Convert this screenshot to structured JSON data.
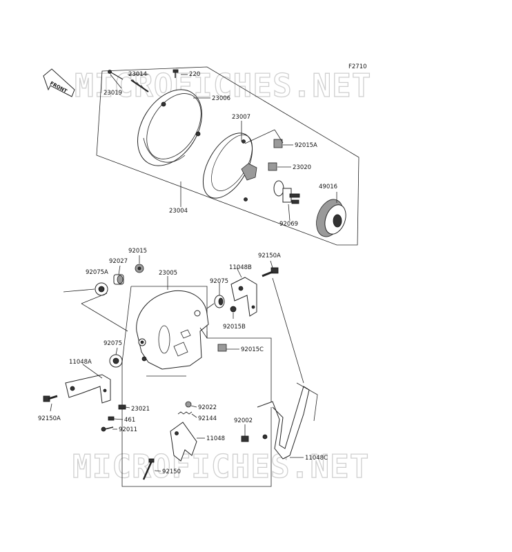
{
  "figure_code": "F2710",
  "front_badge": "FRONT",
  "watermark": "MICROFICHES.NET",
  "parts": {
    "p23014": "23014",
    "p220": "220",
    "p23019": "23019",
    "p23006": "23006",
    "p23007": "23007",
    "p92015A": "92015A",
    "p23020": "23020",
    "p49016": "49016",
    "p92069": "92069",
    "p23004": "23004",
    "p92015": "92015",
    "p92027": "92027",
    "p92075A": "92075A",
    "p23005": "23005",
    "p92150A_top": "92150A",
    "p11048B": "11048B",
    "p92075_top": "92075",
    "p92015B": "92015B",
    "p92075_left": "92075",
    "p92015C": "92015C",
    "p11048A": "11048A",
    "p92150A_bottom": "92150A",
    "p23021": "23021",
    "p461": "461",
    "p92011": "92011",
    "p92022": "92022",
    "p92144": "92144",
    "p92002": "92002",
    "p11048": "11048",
    "p92150": "92150",
    "p11048C": "11048C"
  }
}
